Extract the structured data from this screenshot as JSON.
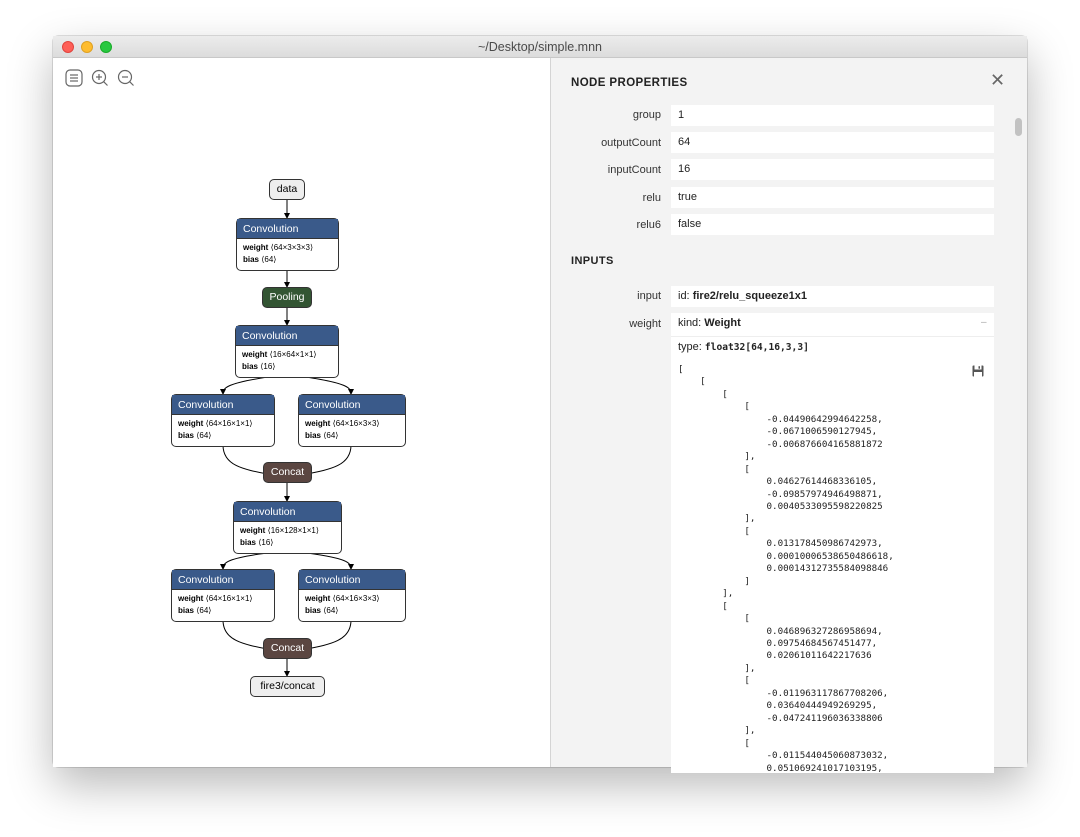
{
  "window": {
    "title": "~/Desktop/simple.mnn"
  },
  "toolbar": {
    "icons": [
      "sidebar-icon",
      "zoom-in-icon",
      "zoom-out-icon"
    ]
  },
  "graph": {
    "nodes": {
      "data": {
        "label": "data"
      },
      "conv1": {
        "title": "Convolution",
        "weight_label": "weight",
        "weight_shape": "⟨64×3×3×3⟩",
        "bias_label": "bias",
        "bias_shape": "⟨64⟩"
      },
      "pool": {
        "label": "Pooling"
      },
      "conv2": {
        "title": "Convolution",
        "weight_label": "weight",
        "weight_shape": "⟨16×64×1×1⟩",
        "bias_label": "bias",
        "bias_shape": "⟨16⟩"
      },
      "conv3": {
        "title": "Convolution",
        "weight_label": "weight",
        "weight_shape": "⟨64×16×1×1⟩",
        "bias_label": "bias",
        "bias_shape": "⟨64⟩"
      },
      "conv4": {
        "title": "Convolution",
        "weight_label": "weight",
        "weight_shape": "⟨64×16×3×3⟩",
        "bias_label": "bias",
        "bias_shape": "⟨64⟩"
      },
      "concat1": {
        "label": "Concat"
      },
      "conv5": {
        "title": "Convolution",
        "weight_label": "weight",
        "weight_shape": "⟨16×128×1×1⟩",
        "bias_label": "bias",
        "bias_shape": "⟨16⟩"
      },
      "conv6": {
        "title": "Convolution",
        "weight_label": "weight",
        "weight_shape": "⟨64×16×1×1⟩",
        "bias_label": "bias",
        "bias_shape": "⟨64⟩"
      },
      "conv7": {
        "title": "Convolution",
        "weight_label": "weight",
        "weight_shape": "⟨64×16×3×3⟩",
        "bias_label": "bias",
        "bias_shape": "⟨64⟩"
      },
      "concat2": {
        "label": "Concat"
      },
      "output": {
        "label": "fire3/concat"
      }
    }
  },
  "properties": {
    "title": "NODE PROPERTIES",
    "close_icon": "close-icon",
    "attributes": [
      {
        "name": "group",
        "value": "1"
      },
      {
        "name": "outputCount",
        "value": "64"
      },
      {
        "name": "inputCount",
        "value": "16"
      },
      {
        "name": "relu",
        "value": "true"
      },
      {
        "name": "relu6",
        "value": "false"
      }
    ],
    "inputs_title": "INPUTS",
    "input": {
      "name": "input",
      "id_prefix": "id: ",
      "id_value": "fire2/relu_squeeze1x1"
    },
    "weight": {
      "name": "weight",
      "kind_prefix": "kind: ",
      "kind_value": "Weight",
      "collapse": "–",
      "type_prefix": "type: ",
      "type_value": "float32[64,16,3,3]",
      "save_icon": "save-icon",
      "tensor_text": "[\n    [\n        [\n            [\n                -0.04490642994642258,\n                -0.0671006590127945,\n                -0.006876604165881872\n            ],\n            [\n                0.04627614468336105,\n                -0.09857974946498871,\n                0.0040533095598220825\n            ],\n            [\n                0.013178450986742973,\n                0.00010006538650486618,\n                0.00014312735584098846\n            ]\n        ],\n        [\n            [\n                0.046896327286958694,\n                0.09754684567451477,\n                0.02061011642217636\n            ],\n            [\n                -0.011963117867708206,\n                0.03640444949269295,\n                -0.047241196036338806\n            ],\n            [\n                -0.011544045060873032,\n                0.051069241017103195,"
    }
  },
  "colors": {
    "convolution": "#3a5a8a",
    "pooling": "#335533",
    "concat": "#5b4641",
    "io": "#eeeeee",
    "panel_bg": "#f3f3f3"
  }
}
